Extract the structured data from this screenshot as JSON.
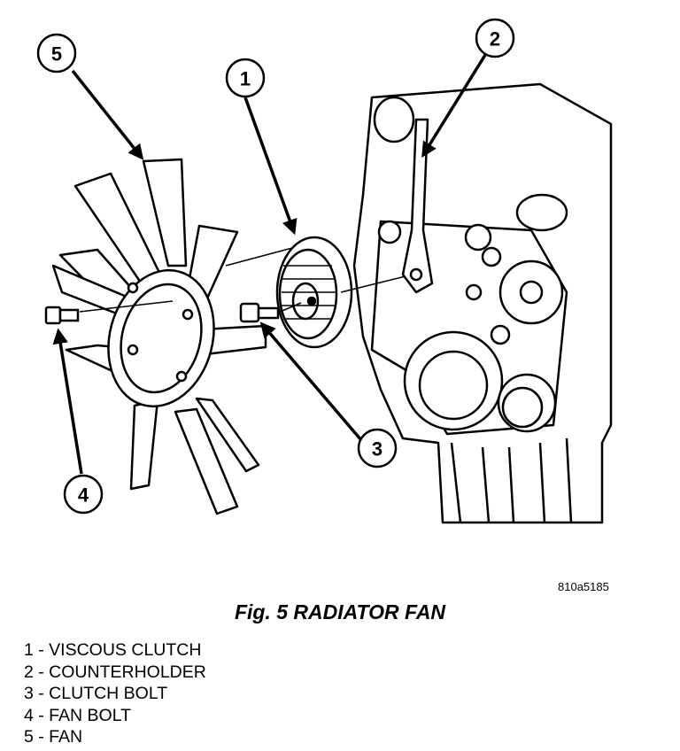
{
  "figure": {
    "code": "810a5185",
    "title": "Fig. 5 RADIATOR FAN"
  },
  "callouts": [
    {
      "number": "1",
      "part": "viscous-clutch"
    },
    {
      "number": "2",
      "part": "counterholder"
    },
    {
      "number": "3",
      "part": "clutch-bolt"
    },
    {
      "number": "4",
      "part": "fan-bolt"
    },
    {
      "number": "5",
      "part": "fan"
    }
  ],
  "legend": [
    "1 - VISCOUS CLUTCH",
    "2 - COUNTERHOLDER",
    "3 - CLUTCH BOLT",
    "4 - FAN BOLT",
    "5 - FAN"
  ]
}
